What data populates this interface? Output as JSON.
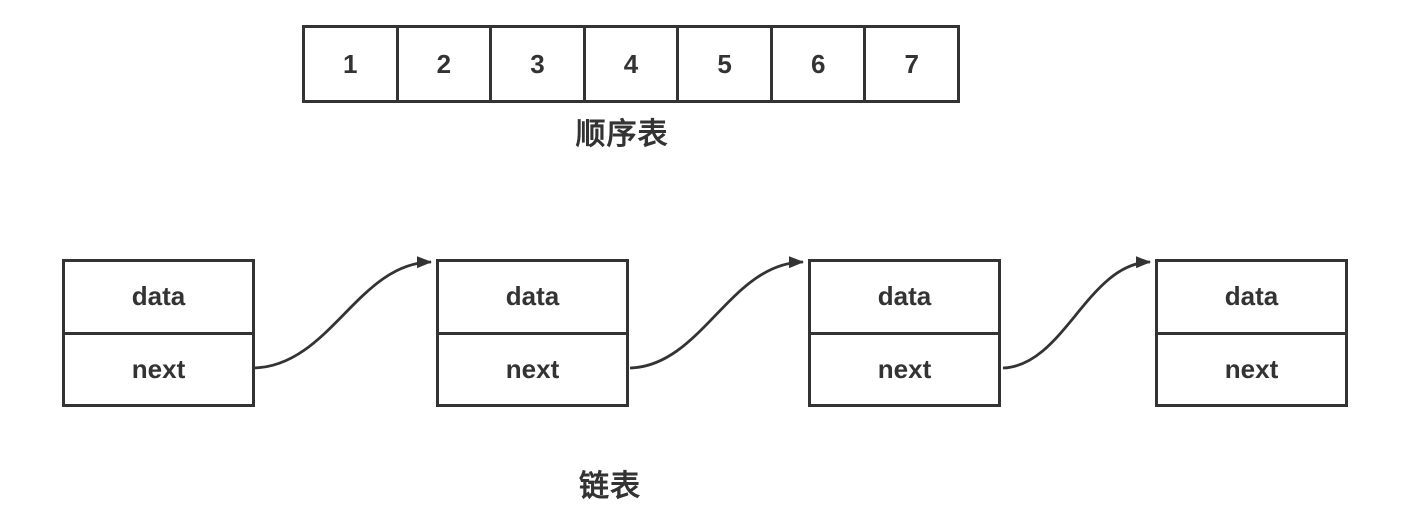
{
  "colors": {
    "ink": "#333333",
    "background": "#ffffff"
  },
  "sequential_list": {
    "label": "顺序表",
    "values": [
      "1",
      "2",
      "3",
      "4",
      "5",
      "6",
      "7"
    ]
  },
  "linked_list": {
    "label": "链表",
    "nodes": [
      {
        "data": "data",
        "next": "next"
      },
      {
        "data": "data",
        "next": "next"
      },
      {
        "data": "data",
        "next": "next"
      },
      {
        "data": "data",
        "next": "next"
      }
    ]
  }
}
